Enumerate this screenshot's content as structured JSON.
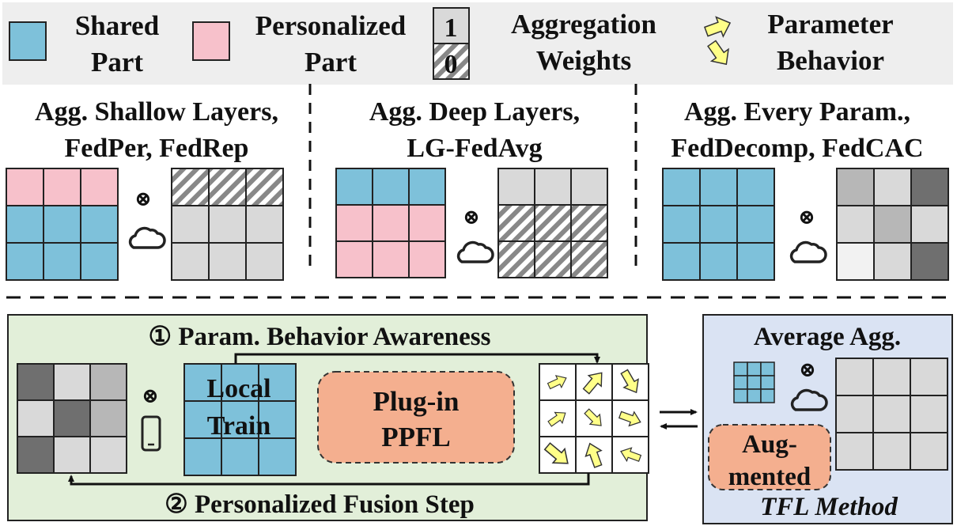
{
  "legend": {
    "shared_line1": "Shared",
    "shared_line2": "Part",
    "personalized_line1": "Personalized",
    "personalized_line2": "Part",
    "weight_one": "1",
    "weight_zero": "0",
    "weights_line1": "Aggregation",
    "weights_line2": "Weights",
    "behavior_line1": "Parameter",
    "behavior_line2": "Behavior"
  },
  "panels": [
    {
      "title_line1": "Agg. Shallow Layers,",
      "title_line2": "FedPer, FedRep"
    },
    {
      "title_line1": "Agg. Deep Layers,",
      "title_line2": "LG-FedAvg"
    },
    {
      "title_line1": "Agg. Every Param.,",
      "title_line2": "FedDecomp, FedCAC"
    }
  ],
  "operator_symbol": "⊗",
  "bottom_left": {
    "step1": "① Param. Behavior Awareness",
    "step2": "② Personalized Fusion Step",
    "local_line1": "Local",
    "local_line2": "Train",
    "plugin_line1": "Plug-in",
    "plugin_line2": "PPFL"
  },
  "bottom_right": {
    "title": "Average Agg.",
    "aug_line1": "Aug-",
    "aug_line2": "mented",
    "method": "TFL Method"
  },
  "colors": {
    "shared": "#7ec1da",
    "personalized": "#f7c1cb",
    "weight_light": "#d9d9d9",
    "plugin": "#f4af8f",
    "arrow": "#ffff88",
    "green_panel": "#e2efd9",
    "blue_panel": "#dae3f3",
    "legend_bg": "#eeeeee"
  }
}
